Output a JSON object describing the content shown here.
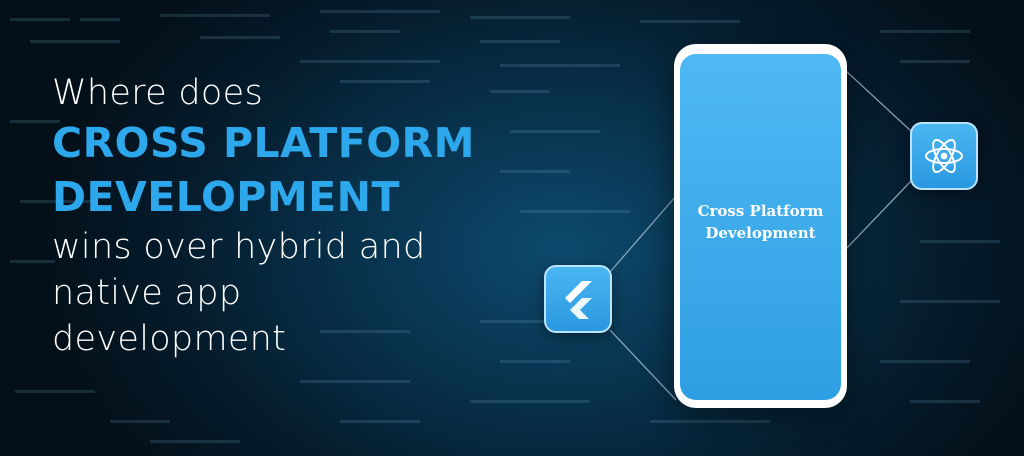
{
  "headline": {
    "line1": "Where does",
    "line2": "CROSS PLATFORM",
    "line3": "DEVELOPMENT",
    "line4": "wins over hybrid and",
    "line5": "native app",
    "line6": "development"
  },
  "phone": {
    "label": "Cross Platform Development"
  },
  "icons": {
    "left": "flutter-logo-icon",
    "right": "react-logo-icon"
  },
  "colors": {
    "accent": "#2ea8ec",
    "background": "#06263a",
    "text": "#ffffff"
  }
}
